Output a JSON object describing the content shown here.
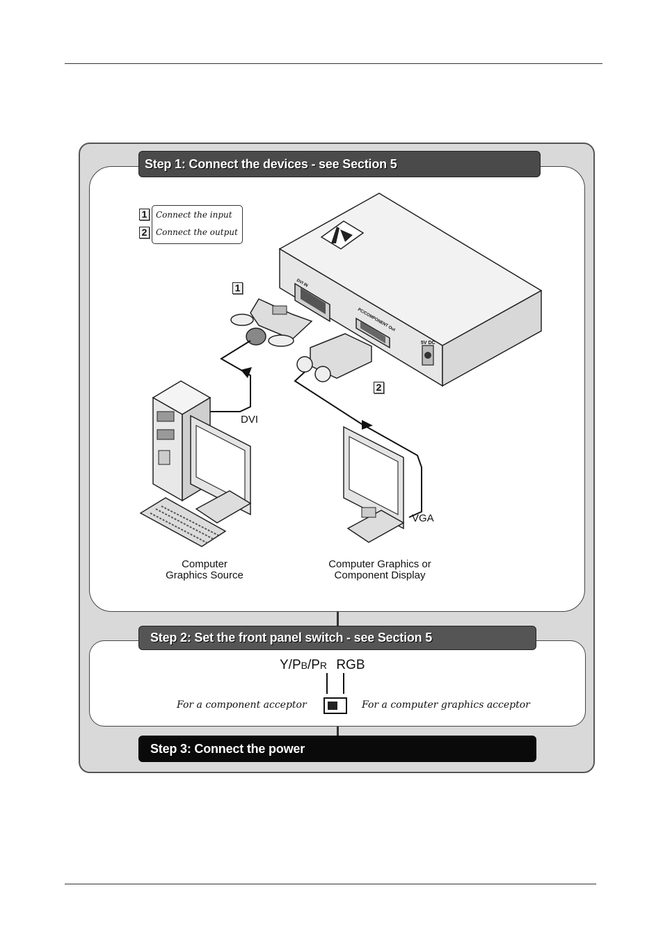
{
  "step1": {
    "banner": "Step 1: Connect the devices - see Section 5",
    "legend": [
      {
        "num": "1",
        "text": "Connect the input"
      },
      {
        "num": "2",
        "text": "Connect the output"
      }
    ],
    "callout_1": "1",
    "callout_2": "2",
    "dvi_label": "DVI",
    "vga_label": "VGA",
    "source_caption_l1": "Computer",
    "source_caption_l2": "Graphics Source",
    "display_caption_l1": "Computer Graphics or",
    "display_caption_l2": "Component Display",
    "device_port_dvi": "DVI IN",
    "device_port_out": "PC/COMPONENT Out",
    "device_port_power": "5V DC"
  },
  "step2": {
    "banner": "Step 2: Set the front panel switch - see Section 5",
    "switch_label_left_y": "Y/P",
    "switch_label_left_b": "B",
    "switch_label_left_slash": "/P",
    "switch_label_left_r": "R",
    "switch_label_right": "RGB",
    "left_desc": "For a component acceptor",
    "right_desc": "For a computer graphics acceptor"
  },
  "step3": {
    "banner": "Step 3: Connect the power"
  }
}
